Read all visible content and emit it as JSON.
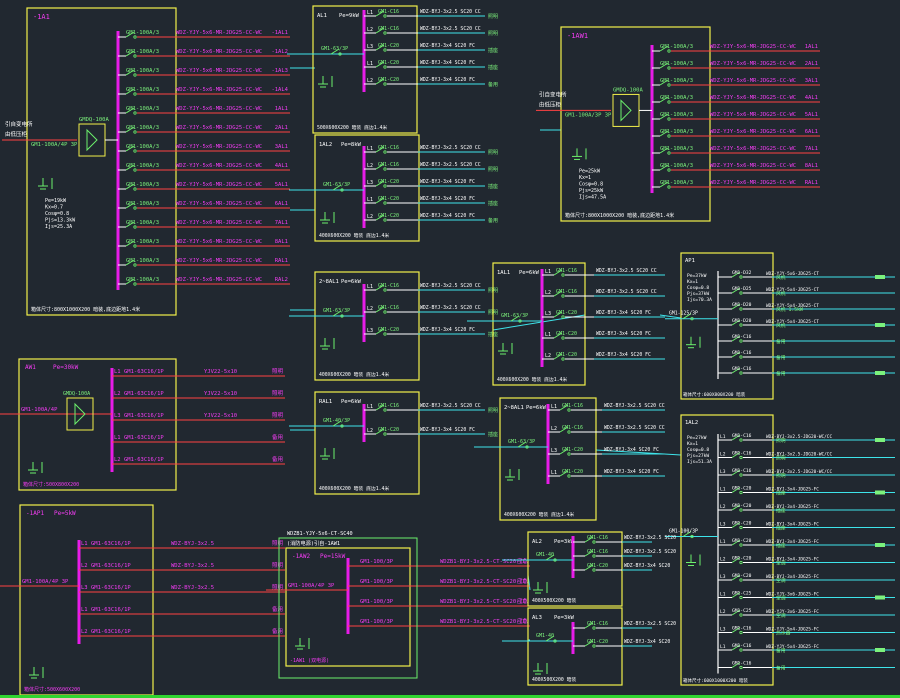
{
  "colors": {
    "background": "#212830",
    "frame": "#f2f04a",
    "busbar": "#e81ce8",
    "breaker": "#6cf06c",
    "feeder": "#ff4242",
    "cable": "#3ee4ea",
    "wire": "#ffffff",
    "label_magenta": "#f23cf2",
    "label_green": "#7cf27c",
    "label_white": "#ffffff",
    "status_bar": "#2fd42f"
  },
  "panels": {
    "ia1": {
      "title": "-1A1",
      "incoming": [
        "引自变电所",
        "由低压柜",
        "GM1-100A/4P 3P"
      ],
      "params": [
        "Pe=19kW",
        "Kx=0.7",
        "Cosφ=0.8",
        "Pjs=13.3kW",
        "Ijs=25.3A"
      ],
      "footer": "箱体尺寸:800X1000X200 暗装,底边距地1.4米",
      "switch": "GMDQ-100A",
      "circuits": [
        {
          "breaker": "GM1-100A/3",
          "cable": "WDZ-YJY-5x6-MR-JDG25-CC-WC",
          "dest": "-1AL1"
        },
        {
          "breaker": "GM1-100A/3",
          "cable": "WDZ-YJY-5x6-MR-JDG25-CC-WC",
          "dest": "-1AL2"
        },
        {
          "breaker": "GM1-100A/3",
          "cable": "WDZ-YJY-5x6-MR-JDG25-CC-WC",
          "dest": "-1AL3"
        },
        {
          "breaker": "GM1-100A/3",
          "cable": "WDZ-YJY-5x6-MR-JDG25-CC-WC",
          "dest": "-1AL4"
        },
        {
          "breaker": "GM1-100A/3",
          "cable": "WDZ-YJY-5x6-MR-JDG25-CC-WC",
          "dest": "1AL1"
        },
        {
          "breaker": "GM1-100A/3",
          "cable": "WDZ-YJY-5x6-MR-JDG25-CC-WC",
          "dest": "2AL1"
        },
        {
          "breaker": "GM1-100A/3",
          "cable": "WDZ-YJY-5x6-MR-JDG25-CC-WC",
          "dest": "3AL1"
        },
        {
          "breaker": "GM1-100A/3",
          "cable": "WDZ-YJY-5x6-MR-JDG25-CC-WC",
          "dest": "4AL1"
        },
        {
          "breaker": "GM1-100A/3",
          "cable": "WDZ-YJY-5x6-MR-JDG25-CC-WC",
          "dest": "5AL1"
        },
        {
          "breaker": "GM1-100A/3",
          "cable": "WDZ-YJY-5x6-MR-JDG25-CC-WC",
          "dest": "6AL1"
        },
        {
          "breaker": "GM1-100A/3",
          "cable": "WDZ-YJY-5x6-MR-JDG25-CC-WC",
          "dest": "7AL1"
        },
        {
          "breaker": "GM1-100A/3",
          "cable": "WDZ-YJY-5x6-MR-JDG25-CC-WC",
          "dest": "8AL1"
        },
        {
          "breaker": "GM1-100A/3",
          "cable": "WDZ-YJY-5x6-MR-JDG25-CC-WC",
          "dest": "RAL1"
        },
        {
          "breaker": "GM1-100A/3",
          "cable": "WDZ-YJY-5x6-MR-JDG25-CC-WC",
          "dest": "RAL2"
        }
      ]
    },
    "al1": {
      "title": "AL1",
      "pe": "Pe=9kW",
      "footer": "500X600X200 暗装 底边1.4米",
      "incoming": "GM1-63/3P",
      "circuits": [
        {
          "phase": "L1",
          "breaker": "GM1-C16",
          "cable": "WDZ-BYJ-3x2.5 SC20 CC",
          "dest": "照明"
        },
        {
          "phase": "L2",
          "breaker": "GM1-C16",
          "cable": "WDZ-BYJ-3x2.5 SC20 CC",
          "dest": "照明"
        },
        {
          "phase": "L3",
          "breaker": "GM1-C20",
          "cable": "WDZ-BYJ-3x4 SC20 FC",
          "dest": "插座"
        },
        {
          "phase": "L1",
          "breaker": "GM1-C20",
          "cable": "WDZ-BYJ-3x4 SC20 FC",
          "dest": "插座"
        },
        {
          "phase": "L2",
          "breaker": "GM1-C20",
          "cable": "WDZ-BYJ-3x4 SC20 FC",
          "dest": "备用"
        }
      ]
    },
    "al2": {
      "title": "1AL2",
      "pe": "Pe=8kW",
      "footer": "400X600X200 暗装 底边1.4米",
      "incoming": "GM1-63/3P",
      "circuits": [
        {
          "phase": "L1",
          "breaker": "GM1-C16",
          "cable": "WDZ-BYJ-3x2.5 SC20 CC",
          "dest": "照明"
        },
        {
          "phase": "L2",
          "breaker": "GM1-C16",
          "cable": "WDZ-BYJ-3x2.5 SC20 CC",
          "dest": "照明"
        },
        {
          "phase": "L3",
          "breaker": "GM1-C20",
          "cable": "WDZ-BYJ-3x4 SC20 FC",
          "dest": "插座"
        },
        {
          "phase": "L1",
          "breaker": "GM1-C20",
          "cable": "WDZ-BYJ-3x4 SC20 FC",
          "dest": "插座"
        },
        {
          "phase": "L2",
          "breaker": "GM1-C20",
          "cable": "WDZ-BYJ-3x4 SC20 FC",
          "dest": "备用"
        }
      ]
    },
    "al3": {
      "title": "2~8AL1",
      "pe": "Pe=6kW",
      "footer": "400X600X200 暗装 底边1.4米",
      "incoming": "GM1-63/3P",
      "circuits": [
        {
          "phase": "L1",
          "breaker": "GM1-C16",
          "cable": "WDZ-BYJ-3x2.5 SC20 CC",
          "dest": "照明"
        },
        {
          "phase": "L2",
          "breaker": "GM1-C16",
          "cable": "WDZ-BYJ-3x2.5 SC20 CC",
          "dest": "照明"
        },
        {
          "phase": "L3",
          "breaker": "GM1-C20",
          "cable": "WDZ-BYJ-3x4 SC20 FC",
          "dest": "插座"
        }
      ]
    },
    "al4": {
      "title": "RAL1",
      "pe": "Pe=6kW",
      "footer": "400X600X200 暗装 底边1.4米",
      "incoming": "GM1-40/3P",
      "circuits": [
        {
          "phase": "L1",
          "breaker": "GM1-C16",
          "cable": "WDZ-BYJ-3x2.5 SC20 CC",
          "dest": "照明"
        },
        {
          "phase": "L2",
          "breaker": "GM1-C20",
          "cable": "WDZ-BYJ-3x4 SC20 FC",
          "dest": "插座"
        }
      ]
    },
    "w1": {
      "title": "-1AW1",
      "incoming": [
        "引自变电所",
        "由低压柜",
        "GM1-100A/3P 3P"
      ],
      "params": [
        "Pe=25kW",
        "Kx=1",
        "Cosφ=0.8",
        "Pjs=25kW",
        "Ijs=47.5A"
      ],
      "footer": "箱体尺寸:800X1000X200 暗装,底边距地1.4米",
      "switch": "GMDQ-100A",
      "circuits": [
        {
          "breaker": "GM1-100A/3",
          "cable": "WDZ-YJY-5x6-MR-JDG25-CC-WC",
          "dest": "1AL1"
        },
        {
          "breaker": "GM1-100A/3",
          "cable": "WDZ-YJY-5x6-MR-JDG25-CC-WC",
          "dest": "2AL1"
        },
        {
          "breaker": "GM1-100A/3",
          "cable": "WDZ-YJY-5x6-MR-JDG25-CC-WC",
          "dest": "3AL1"
        },
        {
          "breaker": "GM1-100A/3",
          "cable": "WDZ-YJY-5x6-MR-JDG25-CC-WC",
          "dest": "4AL1"
        },
        {
          "breaker": "GM1-100A/3",
          "cable": "WDZ-YJY-5x6-MR-JDG25-CC-WC",
          "dest": "5AL1"
        },
        {
          "breaker": "GM1-100A/3",
          "cable": "WDZ-YJY-5x6-MR-JDG25-CC-WC",
          "dest": "6AL1"
        },
        {
          "breaker": "GM1-100A/3",
          "cable": "WDZ-YJY-5x6-MR-JDG25-CC-WC",
          "dest": "7AL1"
        },
        {
          "breaker": "GM1-100A/3",
          "cable": "WDZ-YJY-5x6-MR-JDG25-CC-WC",
          "dest": "8AL1"
        },
        {
          "breaker": "GM1-100A/3",
          "cable": "WDZ-YJY-5x6-MR-JDG25-CC-WC",
          "dest": "RAL1"
        }
      ]
    },
    "sub1": {
      "title": "1AL1",
      "pe": "Pe=6kW",
      "footer": "400X600X200 暗装 底边1.4米",
      "incoming": "GM1-63/3P",
      "circuits": [
        {
          "phase": "L1",
          "breaker": "GM1-C16",
          "cable": "WDZ-BYJ-3x2.5 SC20 CC"
        },
        {
          "phase": "L2",
          "breaker": "GM1-C16",
          "cable": "WDZ-BYJ-3x2.5 SC20 CC"
        },
        {
          "phase": "L3",
          "breaker": "GM1-C20",
          "cable": "WDZ-BYJ-3x4 SC20 FC"
        },
        {
          "phase": "L1",
          "breaker": "GM1-C20",
          "cable": "WDZ-BYJ-3x4 SC20 FC"
        },
        {
          "phase": "L2",
          "breaker": "GM1-C20",
          "cable": "WDZ-BYJ-3x4 SC20 FC"
        }
      ]
    },
    "sub2": {
      "title": "2~8AL1",
      "pe": "Pe=6kW",
      "footer": "400X600X200 暗装 底边1.4米",
      "incoming": "GM1-63/3P",
      "circuits": [
        {
          "phase": "L1",
          "breaker": "GM1-C16",
          "cable": "WDZ-BYJ-3x2.5 SC20 CC"
        },
        {
          "phase": "L2",
          "breaker": "GM1-C16",
          "cable": "WDZ-BYJ-3x2.5 SC20 CC"
        },
        {
          "phase": "L3",
          "breaker": "GM1-C20",
          "cable": "WDZ-BYJ-3x4 SC20 FC"
        },
        {
          "phase": "L1",
          "breaker": "GM1-C20",
          "cable": "WDZ-BYJ-3x4 SC20 FC"
        }
      ]
    },
    "ap1": {
      "title": "AP1",
      "params": [
        "Pe=37kW",
        "Kx=1",
        "Cosφ=0.8",
        "Pjs=37kW",
        "Ijs=70.3A"
      ],
      "footer": "箱体尺寸:600X800X200 暗装",
      "incoming": "GM1-125/3P",
      "circuits": [
        {
          "breaker": "GM1-D32",
          "cable": "WDZ-YJY-5x6-JDG25-CT",
          "dest": "风机"
        },
        {
          "breaker": "GM1-D25",
          "cable": "WDZ-YJY-5x4-JDG25-CT",
          "dest": "风机"
        },
        {
          "breaker": "GM1-D20",
          "cable": "WDZ-YJY-5x4-JDG25-CT",
          "dest": "风机 1.5kW"
        },
        {
          "breaker": "GM1-D20",
          "cable": "WDZ-YJY-5x4-JDG25-CT",
          "dest": "风机"
        },
        {
          "breaker": "GM1-C16",
          "cable": "",
          "dest": "备用"
        },
        {
          "breaker": "GM1-C16",
          "cable": "",
          "dest": "备用"
        },
        {
          "breaker": "GM1-C16",
          "cable": "",
          "dest": "备用"
        }
      ]
    },
    "ap2": {
      "title": "1AL2",
      "params": [
        "Pe=27kW",
        "Kx=1",
        "Cosφ=0.8",
        "Pjs=27kW",
        "Ijs=51.3A"
      ],
      "footer": "箱体尺寸:600X1000X200 暗装",
      "incoming": "GM1-100/3P",
      "circuits": [
        {
          "phase": "L1",
          "breaker": "GM1-C16",
          "cable": "WDZ-BYJ-3x2.5-JDG20-WC/CC",
          "dest": "照明"
        },
        {
          "phase": "L2",
          "breaker": "GM1-C16",
          "cable": "WDZ-BYJ-3x2.5-JDG20-WC/CC",
          "dest": "照明"
        },
        {
          "phase": "L3",
          "breaker": "GM1-C16",
          "cable": "WDZ-BYJ-3x2.5-JDG20-WC/CC",
          "dest": "照明"
        },
        {
          "phase": "L1",
          "breaker": "GM1-C20",
          "cable": "WDZ-BYJ-3x4-JDG25-FC",
          "dest": "插座"
        },
        {
          "phase": "L2",
          "breaker": "GM1-C20",
          "cable": "WDZ-BYJ-3x4-JDG25-FC",
          "dest": "插座"
        },
        {
          "phase": "L3",
          "breaker": "GM1-C20",
          "cable": "WDZ-BYJ-3x4-JDG25-FC",
          "dest": "插座"
        },
        {
          "phase": "L1",
          "breaker": "GM1-C20",
          "cable": "WDZ-BYJ-3x4-JDG25-FC",
          "dest": "插座"
        },
        {
          "phase": "L2",
          "breaker": "GM1-C20",
          "cable": "WDZ-BYJ-3x4-JDG25-FC",
          "dest": "空调"
        },
        {
          "phase": "L3",
          "breaker": "GM1-C20",
          "cable": "WDZ-BYJ-3x4-JDG25-FC",
          "dest": "空调"
        },
        {
          "phase": "L1",
          "breaker": "GM1-C25",
          "cable": "WDZ-YJY-3x6-JDG25-FC",
          "dest": "空调"
        },
        {
          "phase": "L2",
          "breaker": "GM1-C25",
          "cable": "WDZ-YJY-3x6-JDG25-FC",
          "dest": "空调"
        },
        {
          "phase": "L3",
          "breaker": "GM1-C16",
          "cable": "WDZ-YJY-5x4-JDG25-FC",
          "dest": "热水器"
        },
        {
          "phase": "L1",
          "breaker": "GM1-C16",
          "cable": "WDZ-YJY-5x4-JDG25-FC",
          "dest": "备用"
        },
        {
          "phase": "",
          "breaker": "GM1-C16",
          "cable": "",
          "dest": "备用"
        }
      ]
    },
    "m1": {
      "title": "AW1",
      "pe": "Pe=30kW",
      "footer": "箱体尺寸:500X800X200",
      "incoming": "GM1-100A/4P",
      "switch": "GMDQ-100A",
      "circuits": [
        {
          "phase": "L1",
          "breaker": "GM1-63C16/1P",
          "cable": "YJV22-5x10",
          "dest": "照明"
        },
        {
          "phase": "L2",
          "breaker": "GM1-63C16/1P",
          "cable": "YJV22-5x10",
          "dest": "照明"
        },
        {
          "phase": "L3",
          "breaker": "GM1-63C16/1P",
          "cable": "YJV22-5x10",
          "dest": "照明"
        },
        {
          "phase": "L1",
          "breaker": "GM1-63C16/1P",
          "cable": "",
          "dest": "备用"
        },
        {
          "phase": "L2",
          "breaker": "GM1-63C16/1P",
          "cable": "",
          "dest": "备用"
        }
      ]
    },
    "m2": {
      "title": "-1AP1",
      "pe": "Pe=5kW",
      "footer": "箱体尺寸:500X600X200",
      "incoming": "GM1-100A/4P 3P",
      "circuits": [
        {
          "phase": "L1",
          "breaker": "GM1-63C16/1P",
          "cable": "WDZ-BYJ-3x2.5",
          "dest": "照明"
        },
        {
          "phase": "L2",
          "breaker": "GM1-63C16/1P",
          "cable": "WDZ-BYJ-3x2.5",
          "dest": "照明"
        },
        {
          "phase": "L3",
          "breaker": "GM1-63C16/1P",
          "cable": "WDZ-BYJ-3x2.5",
          "dest": "照明"
        },
        {
          "phase": "L1",
          "breaker": "GM1-63C16/1P",
          "cable": "",
          "dest": "备用"
        },
        {
          "phase": "L2",
          "breaker": "GM1-63C16/1P",
          "cable": "",
          "dest": "备用"
        }
      ]
    },
    "m3": {
      "title": "-1AW2",
      "pe": "Pe=15kW",
      "header": "WDZB1-YJY-5x6-CT-SC40",
      "subheader": "(消防电源)引自-1AW1",
      "footer": "-1AW1 (双电源)",
      "incoming": "GM1-100A/4P 3P",
      "circuits": [
        {
          "breaker": "GM1-100/3P",
          "cable": "WDZB1-BYJ-3x2.5-CT-SC20-CC",
          "dest": "应急"
        },
        {
          "breaker": "GM1-100/3P",
          "cable": "WDZB1-BYJ-3x2.5-CT-SC20-CC",
          "dest": "应急"
        },
        {
          "breaker": "GM1-100/3P",
          "cable": "WDZB1-BYJ-3x2.5-CT-SC20-CC",
          "dest": "应急"
        },
        {
          "breaker": "GM1-100/3P",
          "cable": "WDZB1-BYJ-3x2.5-CT-SC20-CC",
          "dest": "应急"
        }
      ]
    },
    "s1": {
      "title": "AL2",
      "pe": "Pe=3kW",
      "incoming": "GM1-40",
      "circuits": [
        {
          "breaker": "GM1-C16",
          "cable": "WDZ-BYJ-3x2.5 SC20"
        },
        {
          "breaker": "GM1-C16",
          "cable": "WDZ-BYJ-3x2.5 SC20"
        },
        {
          "breaker": "GM1-C20",
          "cable": "WDZ-BYJ-3x4 SC20"
        }
      ],
      "footer": "400X500X200 暗装"
    },
    "s2": {
      "title": "AL3",
      "pe": "Pe=3kW",
      "incoming": "GM1-40",
      "circuits": [
        {
          "breaker": "GM1-C16",
          "cable": "WDZ-BYJ-3x2.5 SC20"
        },
        {
          "breaker": "GM1-C20",
          "cable": "WDZ-BYJ-3x4 SC20"
        }
      ],
      "footer": "400X500X200 暗装"
    }
  }
}
